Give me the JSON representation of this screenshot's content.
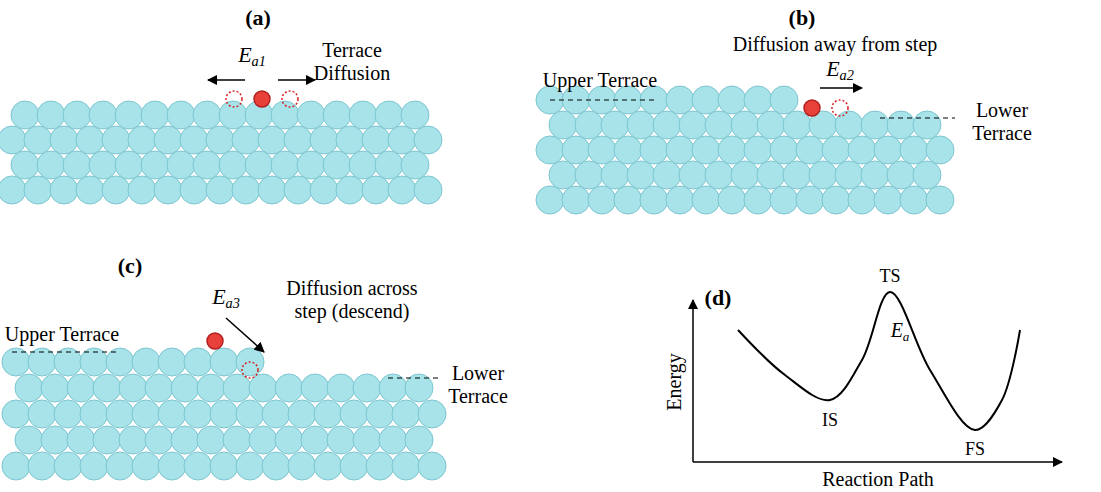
{
  "diagram": {
    "labels": [
      "(a)",
      "Ea1",
      "Terrace Diffusion",
      "(b)",
      "Diffusion away from step",
      "Ea2",
      "Upper Terrace",
      "Lower Terrace",
      "(c)",
      "Upper Terrace",
      "Ea3",
      "Diffusion across step (descend)",
      "Lower Terrace",
      "(d)",
      "TS",
      "Ea",
      "IS",
      "FS",
      "Energy",
      "Reaction Path"
    ]
  }
}
